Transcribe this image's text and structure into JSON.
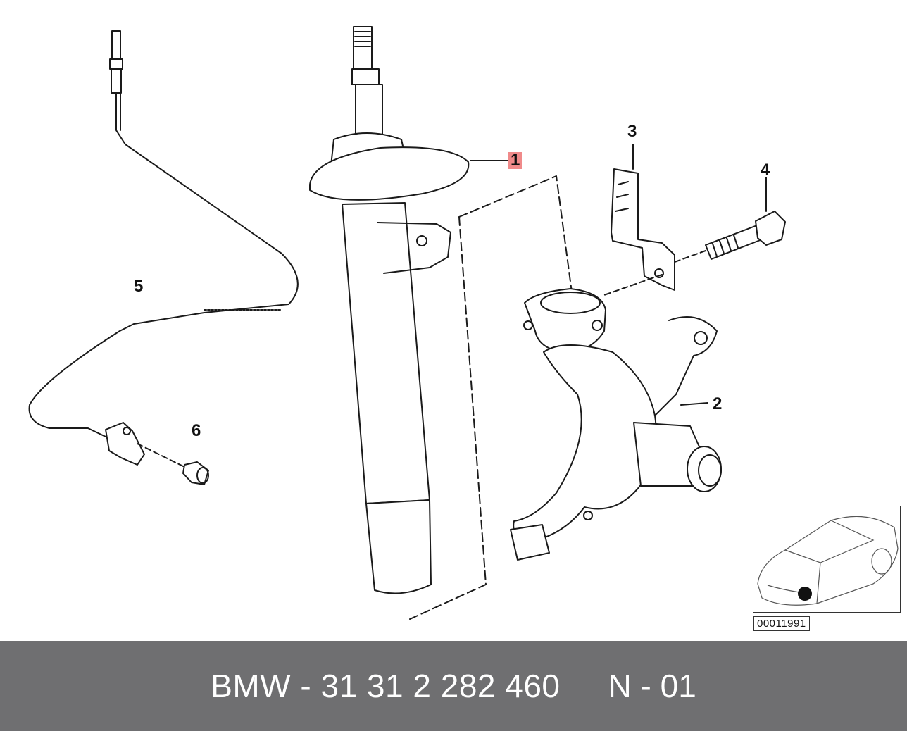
{
  "callouts": {
    "label_1": "1",
    "label_2": "2",
    "label_3": "3",
    "label_4": "4",
    "label_5": "5",
    "label_6": "6"
  },
  "inset": {
    "image_id": "00011991"
  },
  "footer": {
    "part_number": "BMW - 31 31 2 282 460",
    "code": "N - 01"
  },
  "colors": {
    "footer_background": "#6f6f71",
    "highlight": "#f08a8a",
    "line": "#1a1a1a"
  }
}
